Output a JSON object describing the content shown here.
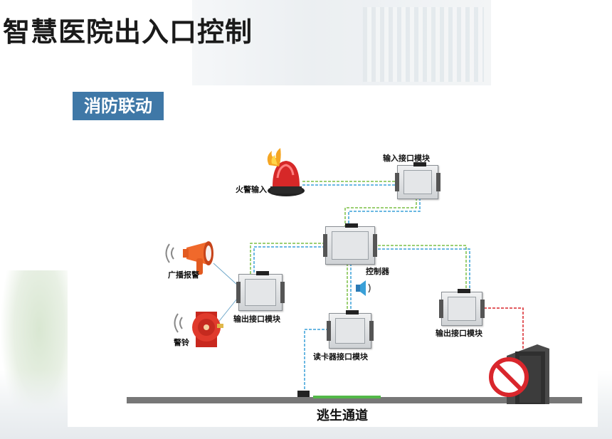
{
  "title": "智慧医院出入口控制",
  "section_badge": "消防联动",
  "labels": {
    "fire_alarm_input": "火警输入",
    "input_module": "输入接口模块",
    "controller": "控制器",
    "broadcast_alarm": "广播报警",
    "bell": "警铃",
    "output_module_left": "输出接口模块",
    "output_module_right": "输出接口模块",
    "card_reader_module": "读卡器接口模块",
    "escape_route": "逃生通道"
  },
  "colors": {
    "badge_bg": "#3f78a7",
    "cable_green": "#7bbf45",
    "cable_blue": "#3aa0d8",
    "cable_red": "#d9262c",
    "floor": "#777777",
    "passage": "#53b848"
  },
  "icons": [
    "fire-alarm-icon",
    "megaphone-icon",
    "bell-icon",
    "speaker-icon",
    "no-entry-icon",
    "door-icon"
  ]
}
